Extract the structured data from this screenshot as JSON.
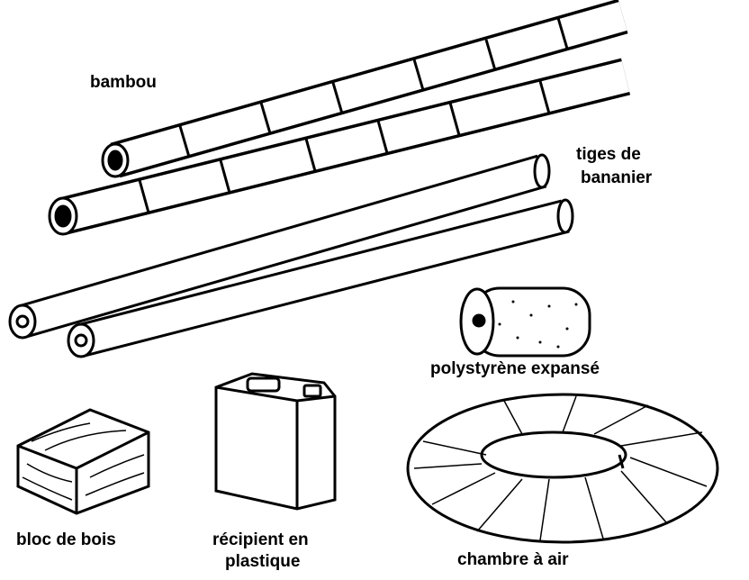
{
  "labels": {
    "bamboo": "bambou",
    "banana_stems_line1": "tiges de",
    "banana_stems_line2": "bananier",
    "polystyrene": "polystyrène expansé",
    "wood_block": "bloc de bois",
    "plastic_container_line1": "récipient en",
    "plastic_container_line2": "plastique",
    "inner_tube": "chambre à air"
  }
}
